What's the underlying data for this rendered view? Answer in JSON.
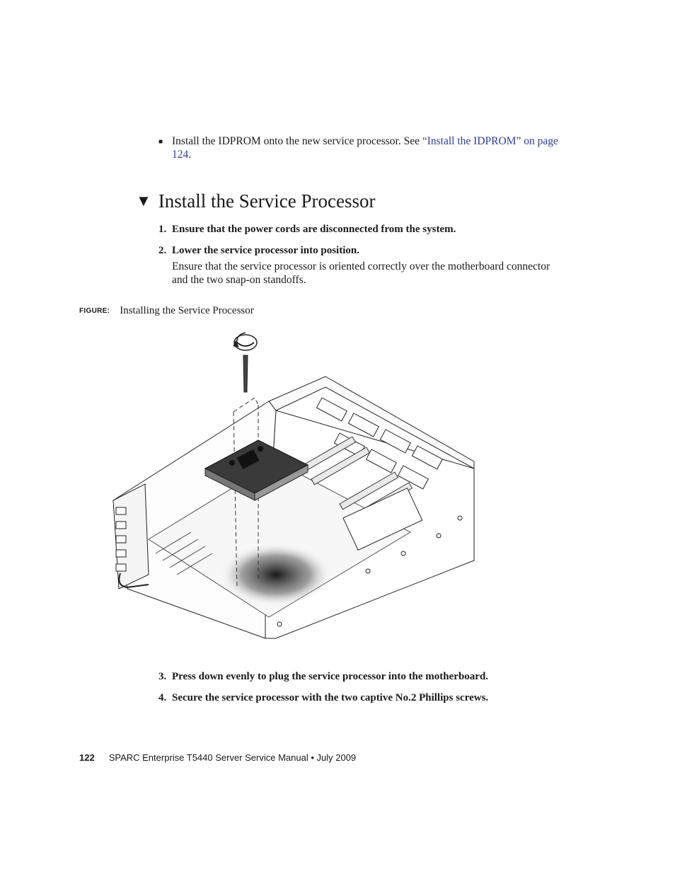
{
  "intro_bullet": {
    "text": "Install the IDPROM onto the new service processor. See ",
    "link": "“Install the IDPROM” on page 124",
    "after": "."
  },
  "section": {
    "marker": "▼",
    "title": "Install the Service Processor"
  },
  "steps": [
    {
      "num": "1.",
      "text": "Ensure that the power cords are disconnected from the system."
    },
    {
      "num": "2.",
      "text": "Lower the service processor into position."
    },
    {
      "num": "3.",
      "text": "Press down evenly to plug the service processor into the motherboard."
    },
    {
      "num": "4.",
      "text": "Secure the service processor with the two captive No.2 Phillips screws."
    }
  ],
  "step2_note": "Ensure that the service processor is oriented correctly over the motherboard connector and the two snap-on standoffs.",
  "figure": {
    "label": "FIGURE:",
    "caption": "Installing the Service Processor"
  },
  "footer": {
    "page": "122",
    "text": "SPARC Enterprise T5440 Server Service Manual • July 2009"
  }
}
